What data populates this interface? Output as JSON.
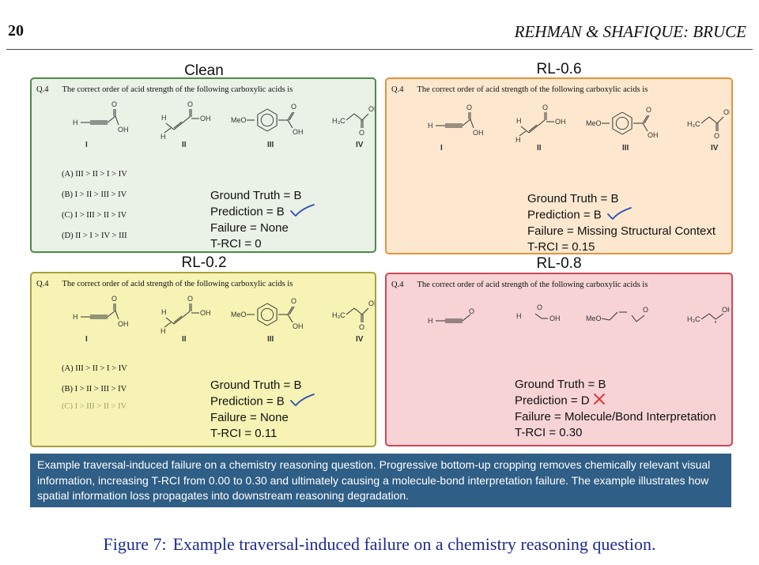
{
  "header": {
    "page_number": "20",
    "running_title": "REHMAN & SHAFIQUE: BRUCE"
  },
  "panels": {
    "clean": {
      "title": "Clean",
      "question_number": "Q.4",
      "question": "The correct order of acid strength of the following carboxylic acids is",
      "options": [
        "(A) III > II > I > IV",
        "(B) I > II  > III > IV",
        "(C) I > III > II > IV",
        "(D) II > I > IV > III"
      ],
      "ground_truth": "Ground Truth = B",
      "prediction": "Prediction = B",
      "failure": "Failure = None",
      "trci": "T-RCI = 0",
      "mark": "check-icon"
    },
    "rl06": {
      "title": "RL-0.6",
      "question_number": "Q.4",
      "question": "The correct order of acid strength of the following carboxylic acids is",
      "ground_truth": "Ground Truth = B",
      "prediction": "Prediction = B",
      "failure": "Failure = Missing Structural Context",
      "trci": "T-RCI = 0.15",
      "mark": "check-icon"
    },
    "rl02": {
      "title": "RL-0.2",
      "question_number": "Q.4",
      "question": "The correct order of acid strength of the following carboxylic acids is",
      "options": [
        "(A) III > II > I > IV",
        "(B) I > II  > III > IV"
      ],
      "ground_truth": "Ground Truth = B",
      "prediction": "Prediction = B",
      "failure": "Failure = None",
      "trci": "T-RCI = 0.11",
      "mark": "check-icon"
    },
    "rl08": {
      "title": "RL-0.8",
      "question_number": "Q.4",
      "question": "The correct order of acid strength of the following carboxylic acids is",
      "ground_truth": "Ground Truth = B",
      "prediction": "Prediction = D",
      "failure": "Failure = Molecule/Bond Interpretation",
      "trci": "T-RCI = 0.30",
      "mark": "cross-icon"
    }
  },
  "numerals": [
    "I",
    "II",
    "III",
    "IV"
  ],
  "chem_labels": {
    "h": "H",
    "o": "O",
    "oh": "OH",
    "meo": "MeO",
    "h3c": "H₃C"
  },
  "summary": "Example traversal-induced failure on a chemistry reasoning question. Progressive bottom-up cropping removes chemically relevant visual information, increasing T-RCI from 0.00 to 0.30 and ultimately causing a molecule-bond interpretation failure. The example illustrates how spatial information loss propagates into downstream reasoning degradation.",
  "caption": {
    "label": "Figure 7:",
    "text": "Example traversal-induced failure on a chemistry reasoning question."
  },
  "colors": {
    "check": "#2b4fb3",
    "cross": "#e0262e",
    "summary_bg": "#2f5e86",
    "caption": "#1d2b8c"
  }
}
